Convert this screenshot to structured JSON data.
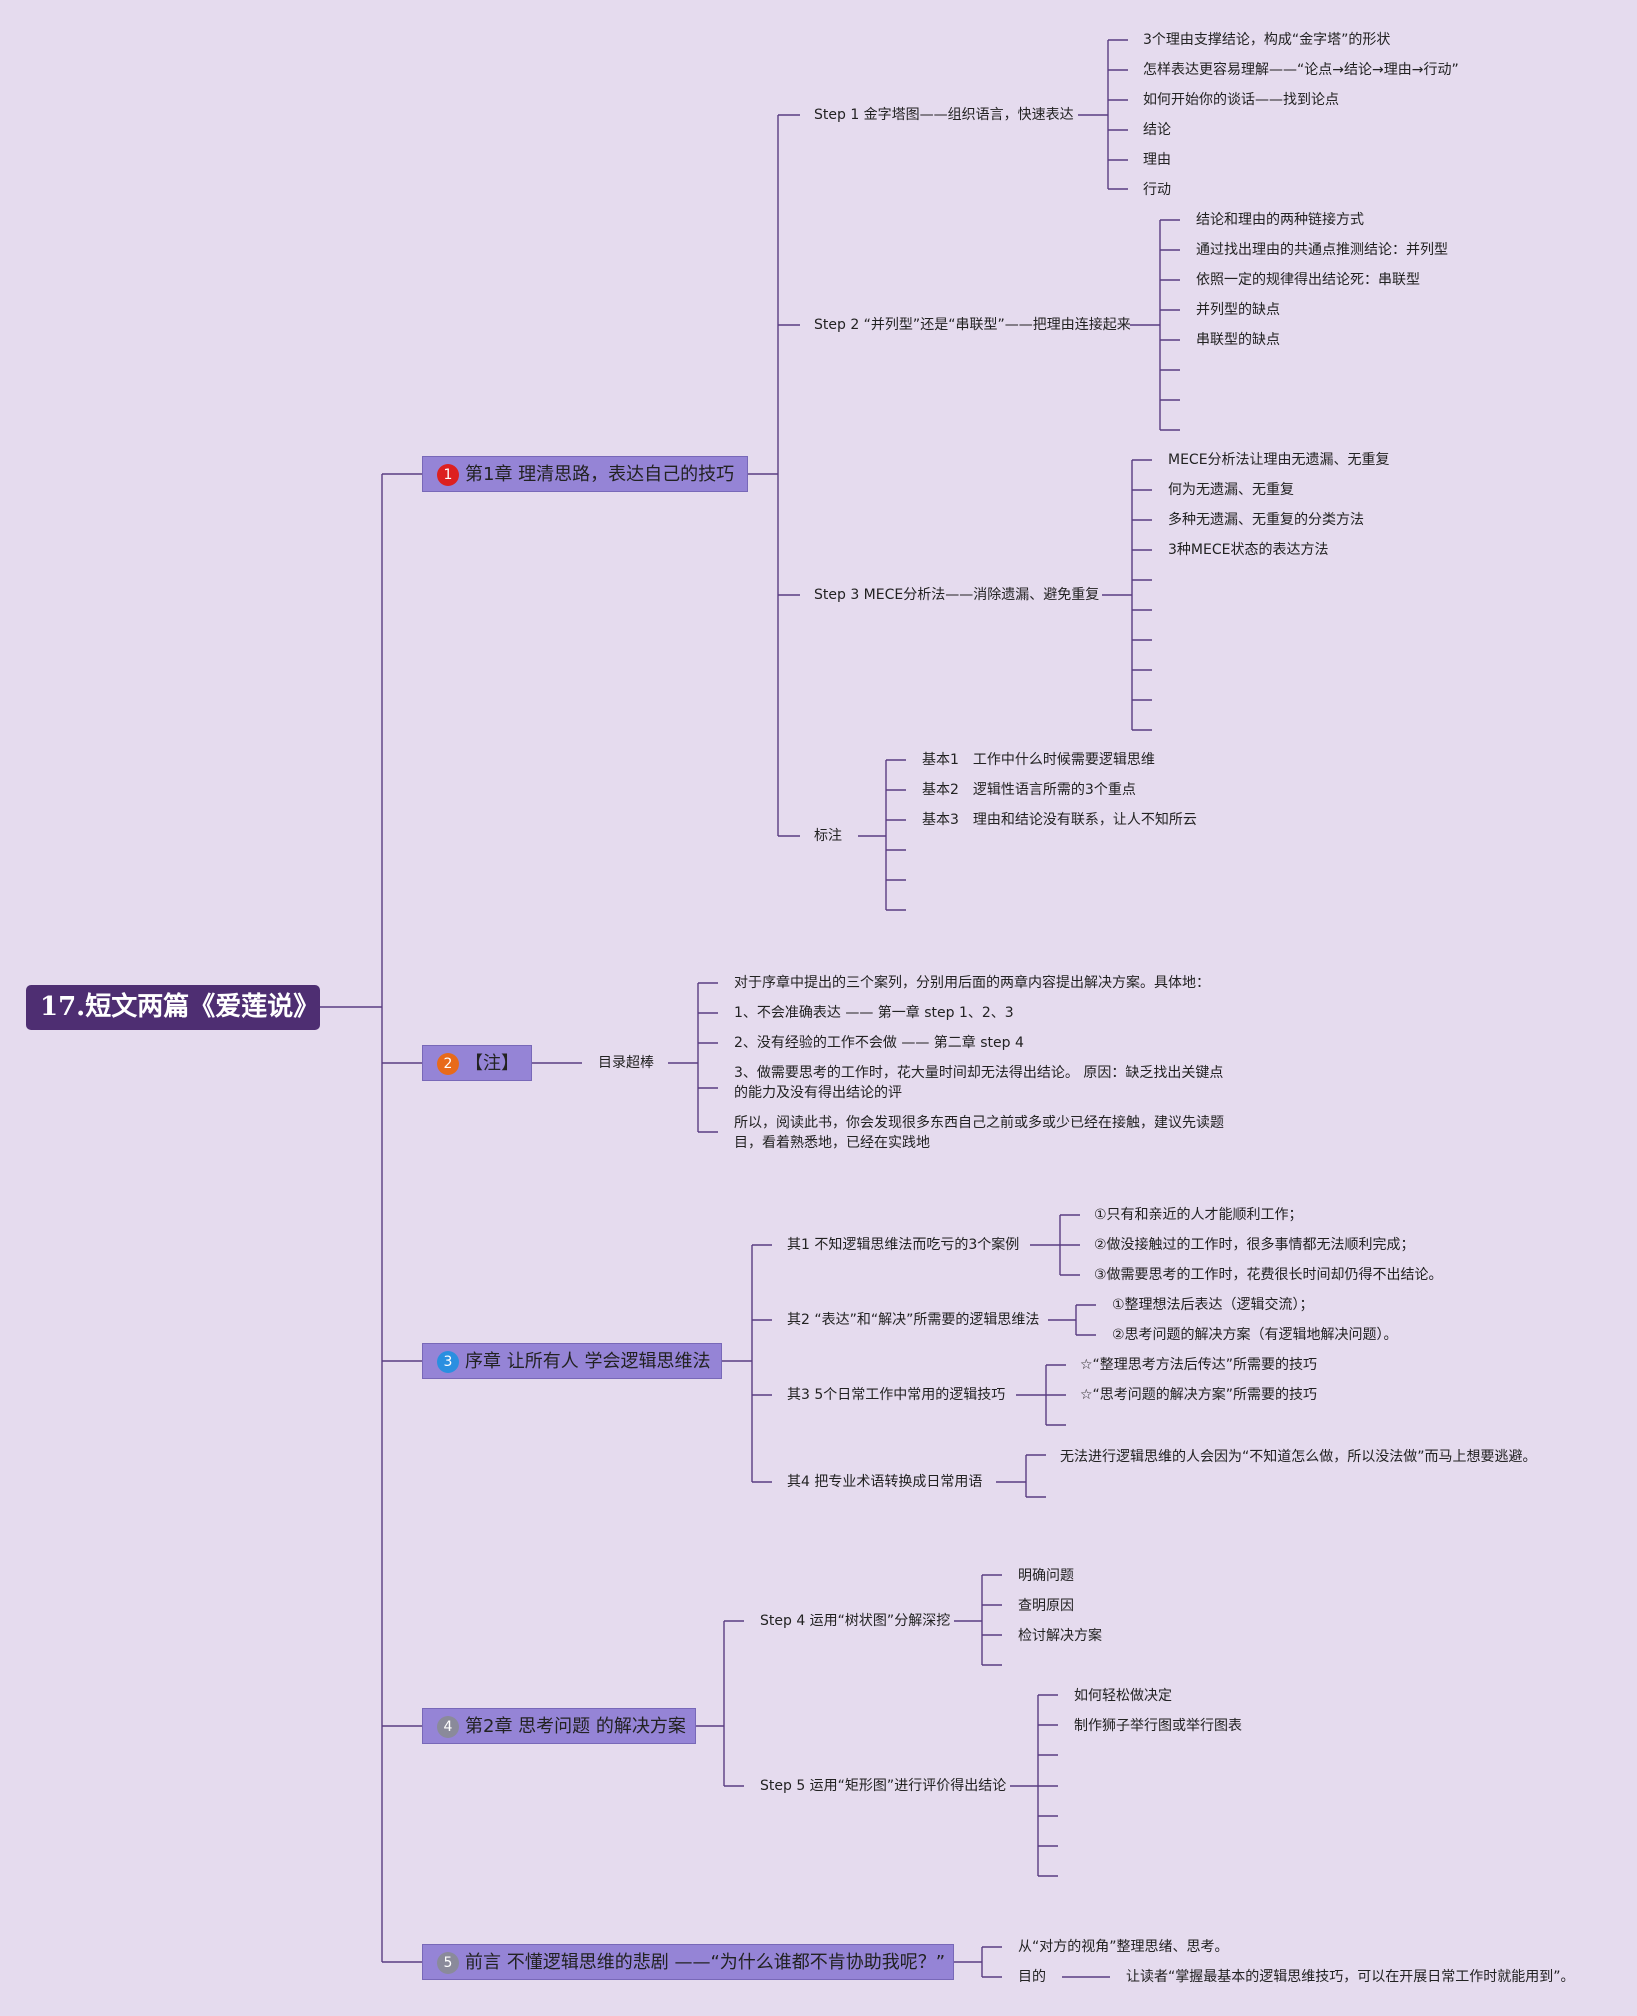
{
  "root": {
    "title": "17.短文两篇《爱莲说》"
  },
  "colors": {
    "background": "#e5dbee",
    "root": "#4e2e72",
    "main_node": "#9584d6",
    "line": "#5a3d82"
  },
  "ch1": {
    "badge": "1",
    "title": "第1章 理清思路，表达自己的技巧",
    "step1": {
      "label": "Step 1 金字塔图——组织语言，快速表达",
      "items": [
        "3个理由支撑结论，构成“金字塔”的形状",
        "怎样表达更容易理解——“论点→结论→理由→行动”",
        "如何开始你的谈话——找到论点",
        "结论",
        "理由",
        "行动"
      ]
    },
    "step2": {
      "label": "Step 2 “并列型”还是“串联型”——把理由连接起来",
      "items": [
        "结论和理由的两种链接方式",
        "通过找出理由的共通点推测结论：并列型",
        "依照一定的规律得出结论死：串联型",
        "并列型的缺点",
        "串联型的缺点"
      ]
    },
    "step3": {
      "label": "Step 3 MECE分析法——消除遗漏、避免重复",
      "items": [
        "MECE分析法让理由无遗漏、无重复",
        "何为无遗漏、无重复",
        "多种无遗漏、无重复的分类方法",
        "3种MECE状态的表达方法"
      ]
    },
    "note": {
      "label": "标注",
      "items": [
        "基本1　工作中什么时候需要逻辑思维",
        "基本2　逻辑性语言所需的3个重点",
        "基本3　理由和结论没有联系，让人不知所云"
      ]
    }
  },
  "ch2": {
    "badge": "2",
    "title": "【注】",
    "sub": "目录超棒",
    "items": [
      "对于序章中提出的三个案列，分别用后面的两章内容提出解决方案。具体地：",
      "1、不会准确表达 —— 第一章 step 1、2、3",
      "2、没有经验的工作不会做 —— 第二章 step 4",
      "3、做需要思考的工作时，花大量时间却无法得出结论。 原因：缺乏找出关键点的能力及没有得出结论的评",
      "所以，阅读此书，你会发现很多东西自己之前或多或少已经在接触，建议先读题目，看着熟悉地，已经在实践地"
    ]
  },
  "ch3": {
    "badge": "3",
    "title": "序章 让所有人 学会逻辑思维法",
    "q1": {
      "label": "其1 不知逻辑思维法而吃亏的3个案例",
      "items": [
        "①只有和亲近的人才能顺利工作；",
        "②做没接触过的工作时，很多事情都无法顺利完成；",
        "③做需要思考的工作时，花费很长时间却仍得不出结论。"
      ]
    },
    "q2": {
      "label": "其2 “表达”和“解决”所需要的逻辑思维法",
      "items": [
        "①整理想法后表达（逻辑交流）；",
        "②思考问题的解决方案（有逻辑地解决问题）。"
      ]
    },
    "q3": {
      "label": "其3 5个日常工作中常用的逻辑技巧",
      "items": [
        "☆“整理思考方法后传达”所需要的技巧",
        "☆“思考问题的解决方案”所需要的技巧"
      ]
    },
    "q4": {
      "label": "其4 把专业术语转换成日常用语",
      "items": [
        "无法进行逻辑思维的人会因为“不知道怎么做，所以没法做”而马上想要逃避。"
      ]
    }
  },
  "ch4": {
    "badge": "4",
    "title": "第2章 思考问题 的解决方案",
    "step4": {
      "label": "Step 4 运用“树状图”分解深挖",
      "items": [
        "明确问题",
        "查明原因",
        "检讨解决方案"
      ]
    },
    "step5": {
      "label": "Step 5 运用“矩形图”进行评价得出结论",
      "items": [
        "如何轻松做决定",
        "制作狮子举行图或举行图表"
      ]
    }
  },
  "ch5": {
    "badge": "5",
    "title": "前言 不懂逻辑思维的悲剧 ——“为什么谁都不肯协助我呢？”",
    "item1": "从“对方的视角”整理思绪、思考。",
    "purpose_label": "目的",
    "purpose_text": "让读者“掌握最基本的逻辑思维技巧，可以在开展日常工作时就能用到”。"
  }
}
